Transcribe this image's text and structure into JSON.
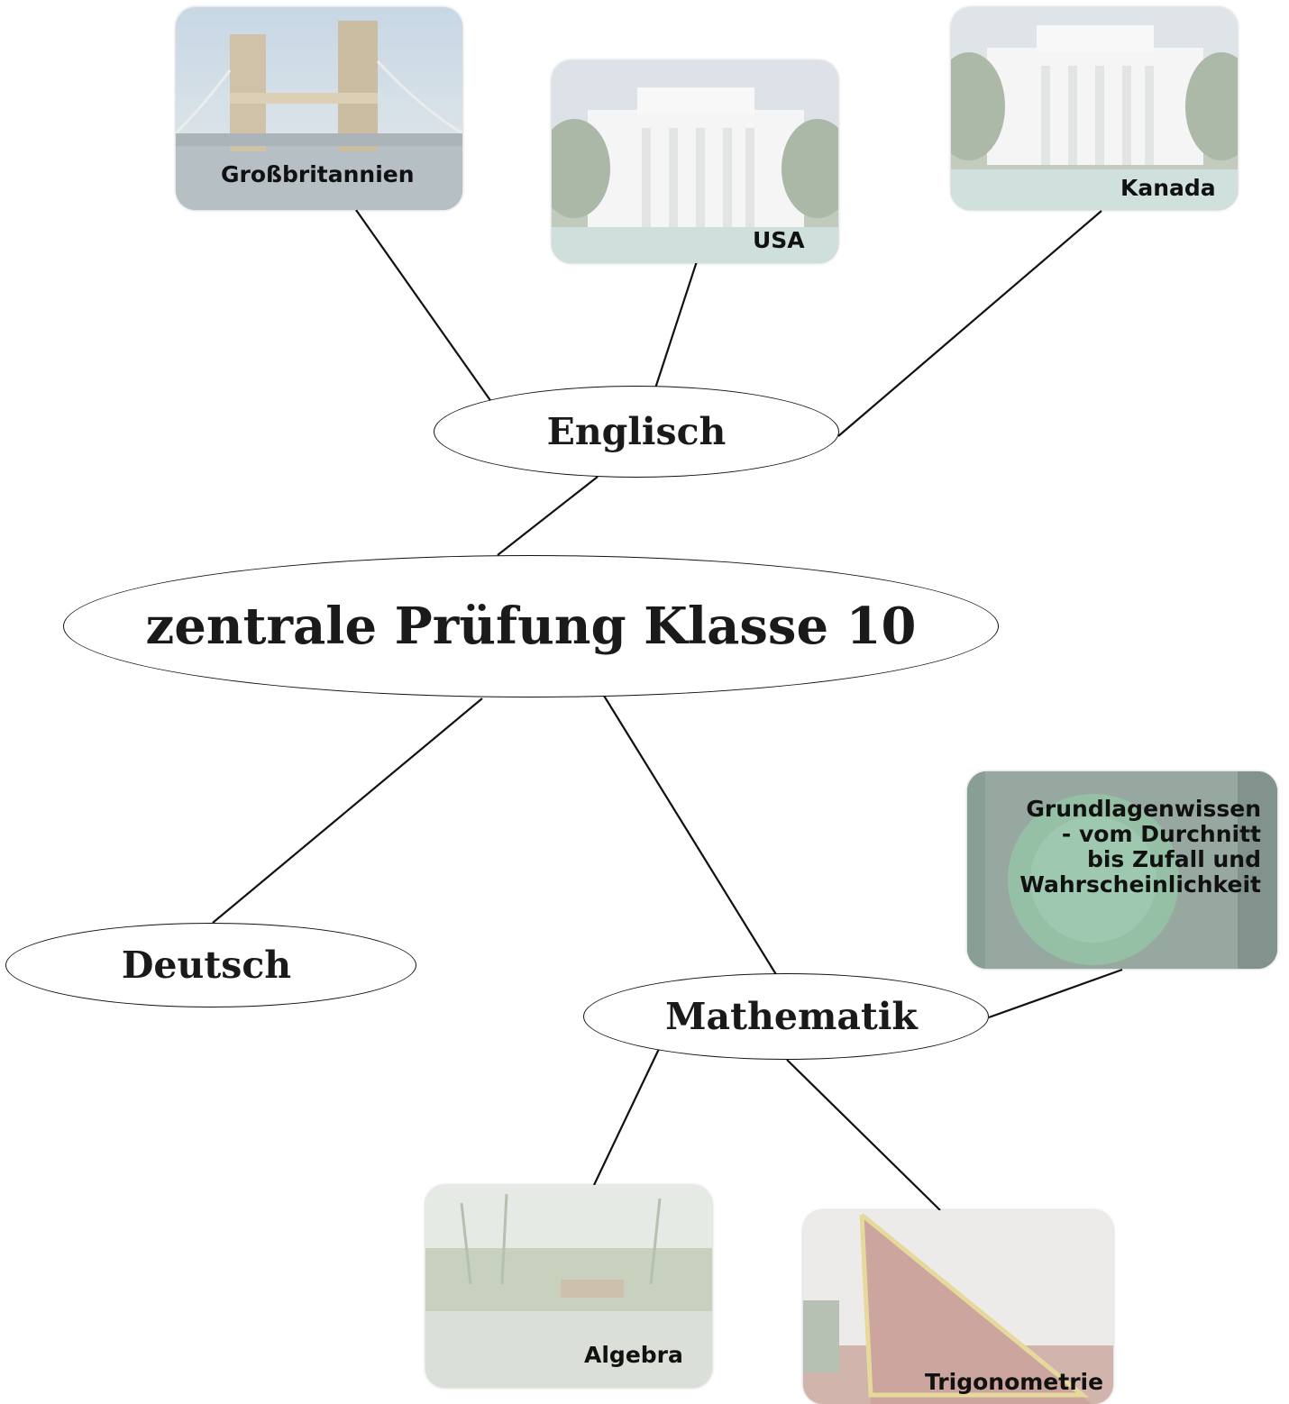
{
  "central": {
    "label": "zentrale Prüfung Klasse 10"
  },
  "subjects": {
    "english": "Englisch",
    "german": "Deutsch",
    "math": "Mathematik"
  },
  "english_topics": {
    "uk": "Großbritannien",
    "usa": "USA",
    "canada": "Kanada"
  },
  "math_topics": {
    "basics_lines": [
      "Grundlagenwissen",
      "- vom Durchnitt",
      "bis Zufall und",
      "Wahrscheinlichkeit"
    ],
    "algebra": "Algebra",
    "trigonometry": "Trigonometrie"
  }
}
